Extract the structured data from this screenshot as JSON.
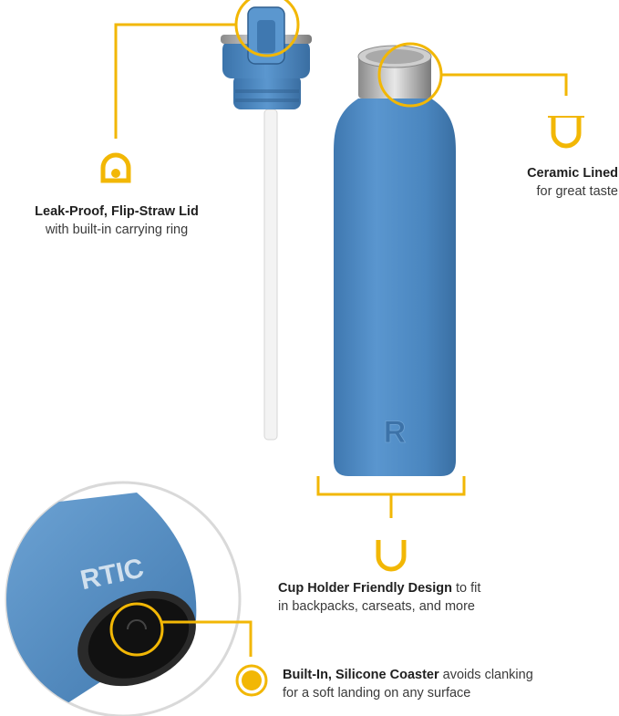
{
  "brand": {
    "logo_text": "RTIC",
    "accent_color": "#F2B705",
    "bottle_color": "#4A86BF"
  },
  "callouts": {
    "lid": {
      "icon": "carry-ring-icon",
      "title": "Leak-Proof, Flip-Straw Lid",
      "subtitle": "with built-in carrying ring"
    },
    "ceramic": {
      "icon": "cup-icon",
      "title": "Ceramic Lined",
      "subtitle": "for great taste"
    },
    "cupholder": {
      "icon": "cup-icon",
      "title": "Cup Holder Friendly Design",
      "rest": " to fit",
      "line2": "in backpacks, carseats, and more"
    },
    "coaster": {
      "icon": "coaster-dot-icon",
      "title": "Built-In, Silicone Coaster",
      "rest": " avoids clanking",
      "line2": "for a soft landing on any surface"
    }
  }
}
